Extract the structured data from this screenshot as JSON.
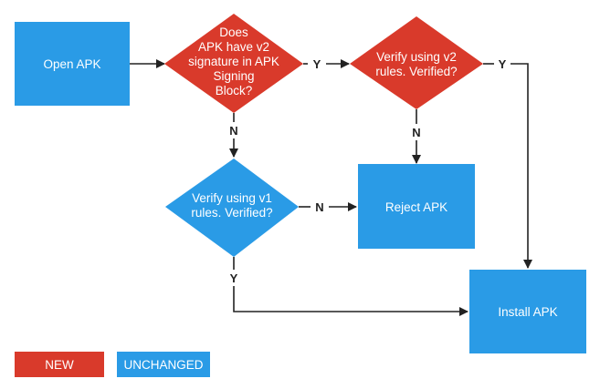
{
  "colors": {
    "new": "#d93a2b",
    "unchanged": "#2a9be6",
    "line": "#222222",
    "text": "#ffffff"
  },
  "nodes": {
    "open_apk": {
      "label": "Open APK",
      "kind": "unchanged"
    },
    "v2_signature_check": {
      "lines": [
        "Does",
        "APK have v2",
        "signature in APK",
        "Signing",
        "Block?"
      ],
      "kind": "new"
    },
    "verify_v2": {
      "lines": [
        "Verify using v2",
        "rules. Verified?"
      ],
      "kind": "new"
    },
    "verify_v1": {
      "lines": [
        "Verify using v1",
        "rules. Verified?"
      ],
      "kind": "unchanged"
    },
    "reject_apk": {
      "label": "Reject APK",
      "kind": "unchanged"
    },
    "install_apk": {
      "label": "Install APK",
      "kind": "unchanged"
    }
  },
  "edges": [
    {
      "from": "open_apk",
      "to": "v2_signature_check",
      "label": ""
    },
    {
      "from": "v2_signature_check",
      "to": "verify_v2",
      "label": "Y"
    },
    {
      "from": "v2_signature_check",
      "to": "verify_v1",
      "label": "N"
    },
    {
      "from": "verify_v2",
      "to": "reject_apk",
      "label": "N"
    },
    {
      "from": "verify_v2",
      "to": "install_apk",
      "label": "Y"
    },
    {
      "from": "verify_v1",
      "to": "reject_apk",
      "label": "N"
    },
    {
      "from": "verify_v1",
      "to": "install_apk",
      "label": "Y"
    }
  ],
  "legend": {
    "new_label": "NEW",
    "unchanged_label": "UNCHANGED"
  }
}
